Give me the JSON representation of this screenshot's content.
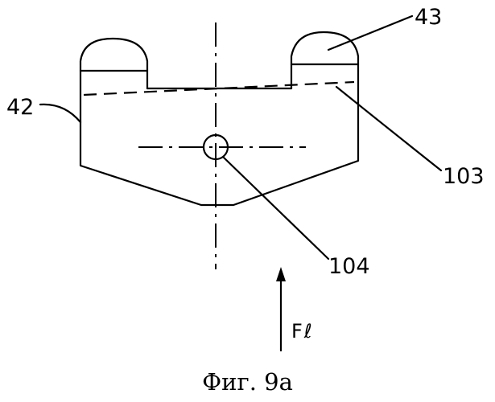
{
  "figure": {
    "caption": "Фиг. 9a",
    "labels": {
      "part_42": "42",
      "part_43": "43",
      "part_103": "103",
      "part_104": "104",
      "force": "Fℓ"
    }
  }
}
